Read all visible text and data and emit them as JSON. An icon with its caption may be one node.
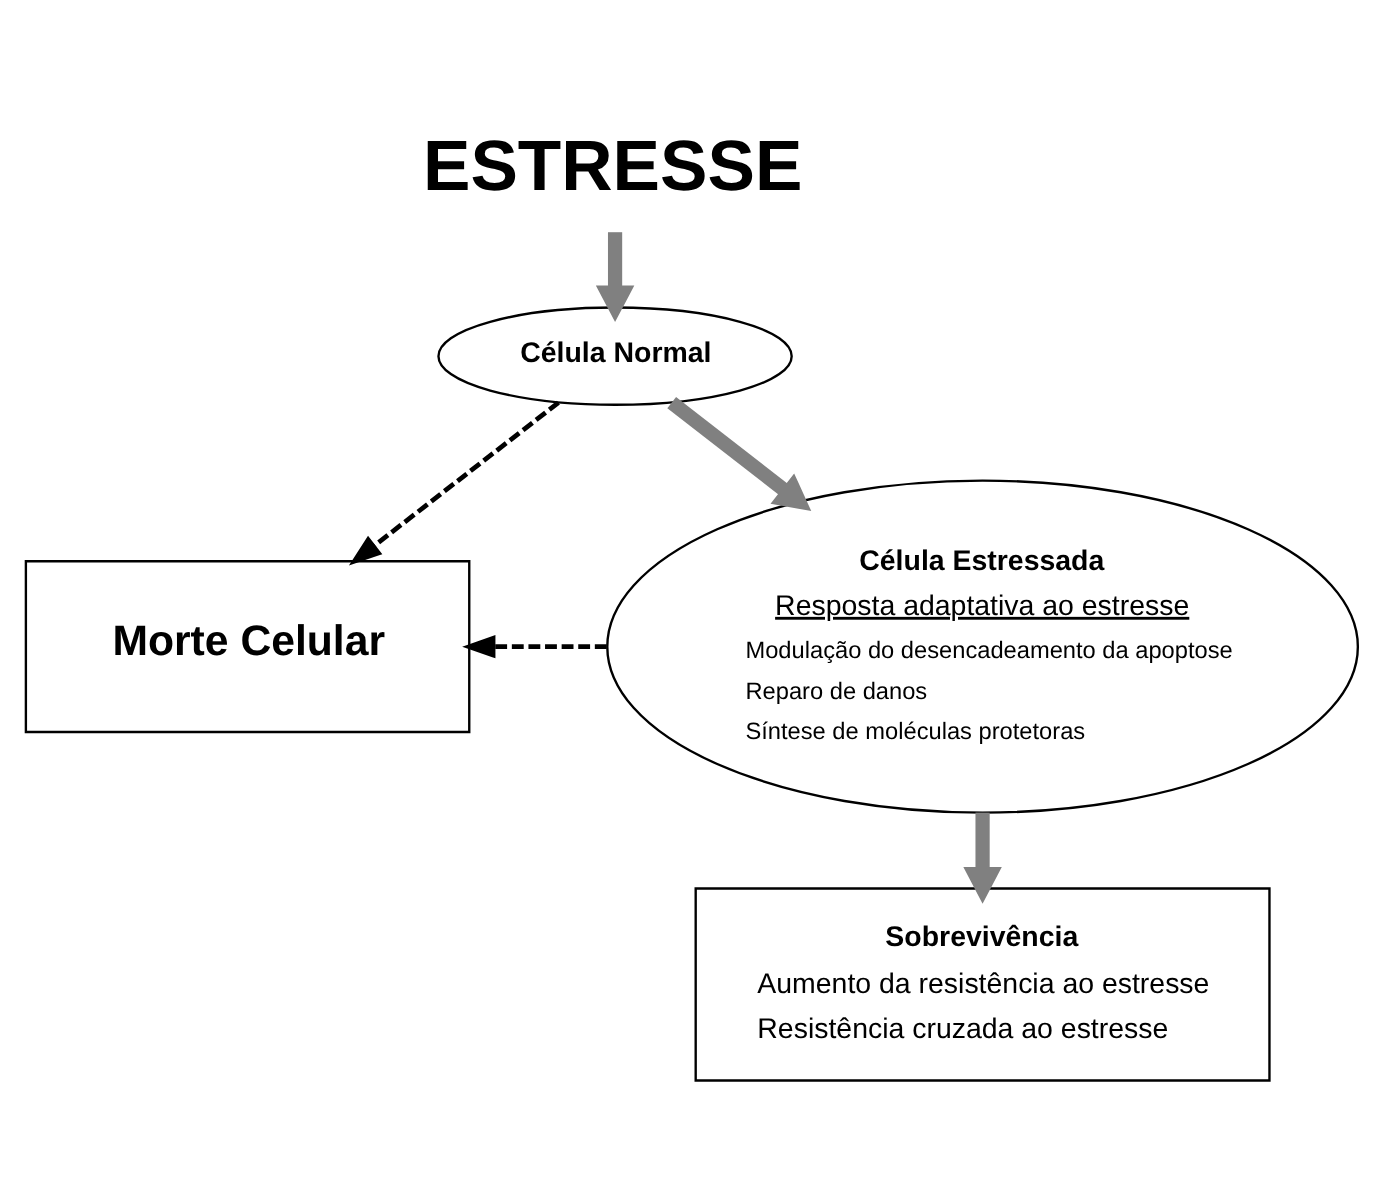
{
  "diagram": {
    "nodes": [
      {
        "text": [
          "ESTRESSE"
        ]
      },
      {
        "text": [
          "Célula Normal"
        ]
      },
      {
        "text": [
          "Célula Estressada",
          "Resposta adaptativa ao estresse",
          "Modulação do desencadeamento da apoptose",
          "Reparo de danos",
          "Síntese de moléculas protetoras"
        ]
      },
      {
        "text": [
          "Morte Celular"
        ]
      },
      {
        "text": [
          "Sobrevivência",
          "Aumento da resistência ao estresse",
          "Resistência cruzada ao estresse"
        ]
      }
    ],
    "edges": [
      {
        "from": 0,
        "to": 1,
        "arrow": "to"
      },
      {
        "from": 1,
        "to": 3,
        "arrow": "to",
        "style": "dashed",
        "color": "#000000"
      },
      {
        "from": 1,
        "to": 2,
        "arrow": "to"
      },
      {
        "from": 2,
        "to": 3,
        "arrow": "to",
        "style": "dashed",
        "color": "#000000"
      },
      {
        "from": 2,
        "to": 4,
        "arrow": "to"
      }
    ]
  }
}
